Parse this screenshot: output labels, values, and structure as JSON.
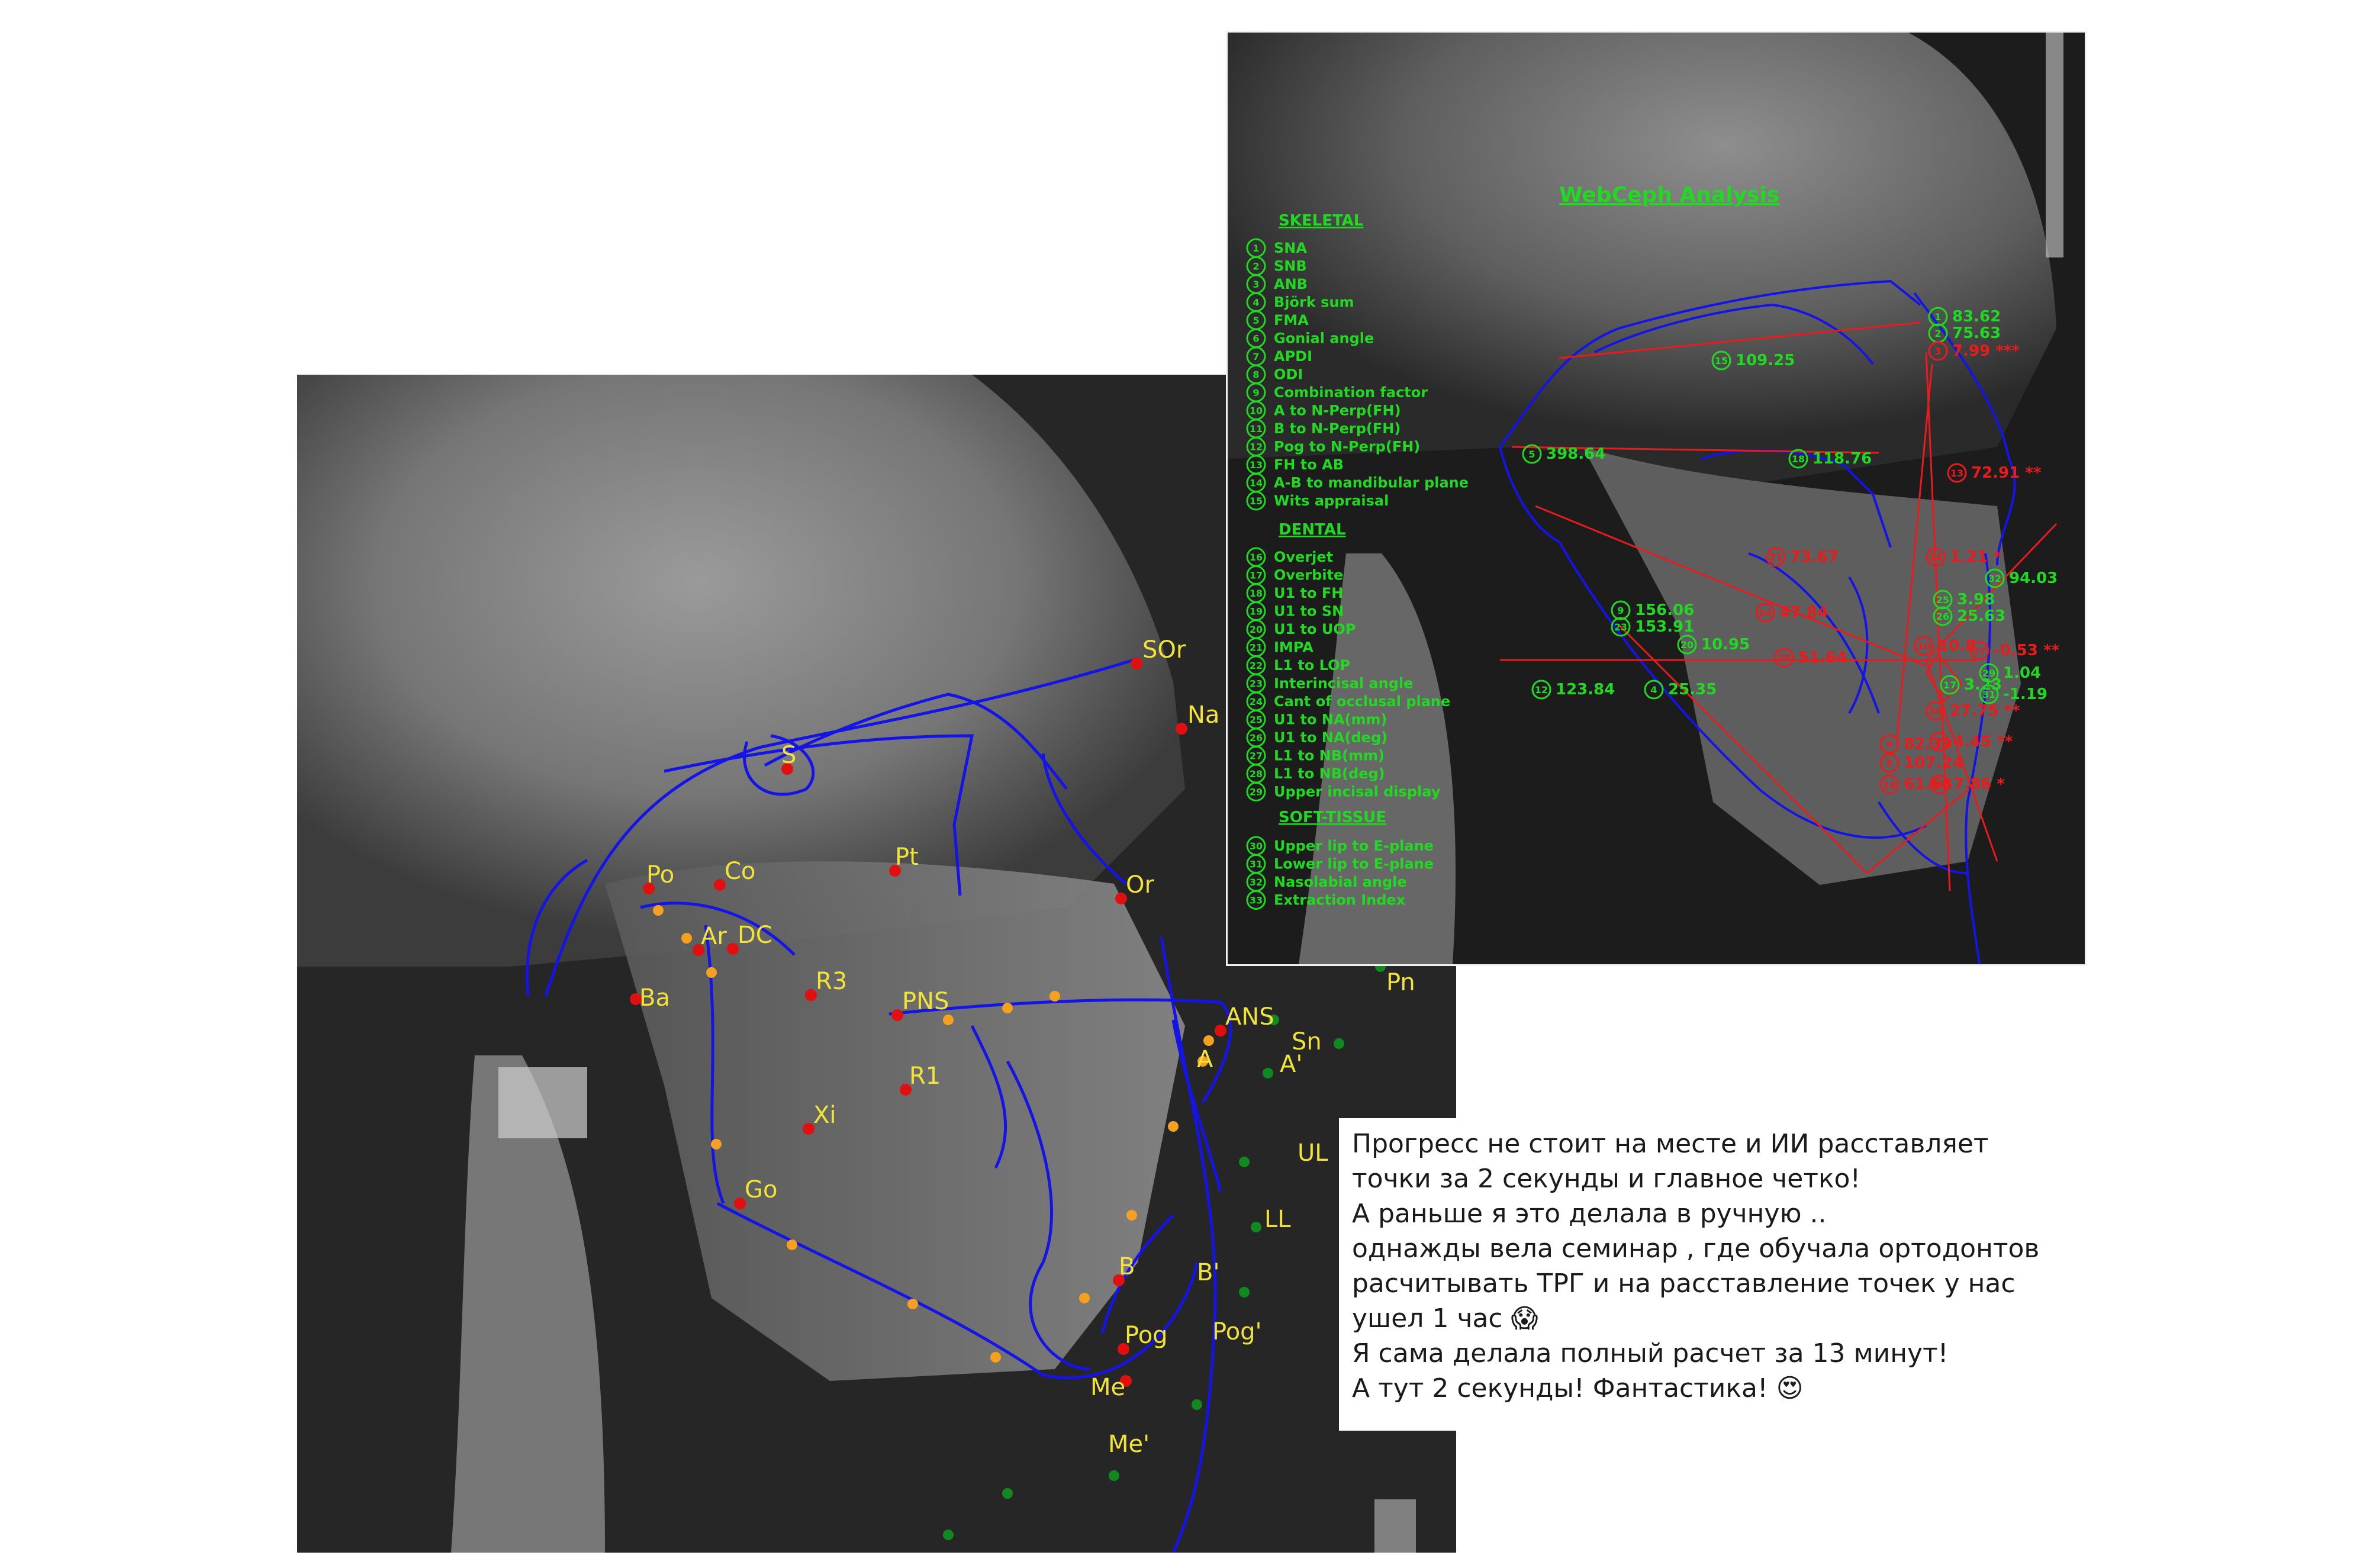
{
  "left_landmarks": [
    {
      "text": "SOr"
    },
    {
      "text": "Na"
    },
    {
      "text": "S"
    },
    {
      "text": "Po"
    },
    {
      "text": "Co"
    },
    {
      "text": "Pt"
    },
    {
      "text": "Or"
    },
    {
      "text": "Ar"
    },
    {
      "text": "DC"
    },
    {
      "text": "R3"
    },
    {
      "text": "Ba"
    },
    {
      "text": "PNS"
    },
    {
      "text": "ANS"
    },
    {
      "text": "Pn"
    },
    {
      "text": "Sn"
    },
    {
      "text": "A"
    },
    {
      "text": "A'"
    },
    {
      "text": "R1"
    },
    {
      "text": "Xi"
    },
    {
      "text": "UL"
    },
    {
      "text": "Go"
    },
    {
      "text": "LL"
    },
    {
      "text": "B"
    },
    {
      "text": "B'"
    },
    {
      "text": "Pog"
    },
    {
      "text": "Pog'"
    },
    {
      "text": "Me"
    },
    {
      "text": "Me'"
    }
  ],
  "analysis": {
    "title": "WebCeph Analysis",
    "skeletal_heading": "SKELETAL",
    "skeletal": [
      {
        "n": "1",
        "label": "SNA"
      },
      {
        "n": "2",
        "label": "SNB"
      },
      {
        "n": "3",
        "label": "ANB"
      },
      {
        "n": "4",
        "label": "Björk sum"
      },
      {
        "n": "5",
        "label": "FMA"
      },
      {
        "n": "6",
        "label": "Gonial angle"
      },
      {
        "n": "7",
        "label": "APDI"
      },
      {
        "n": "8",
        "label": "ODI"
      },
      {
        "n": "9",
        "label": "Combination factor"
      },
      {
        "n": "10",
        "label": "A to N-Perp(FH)"
      },
      {
        "n": "11",
        "label": "B to N-Perp(FH)"
      },
      {
        "n": "12",
        "label": "Pog to N-Perp(FH)"
      },
      {
        "n": "13",
        "label": "FH to AB"
      },
      {
        "n": "14",
        "label": "A-B to mandibular plane"
      },
      {
        "n": "15",
        "label": "Wits appraisal"
      }
    ],
    "dental_heading": "DENTAL",
    "dental": [
      {
        "n": "16",
        "label": "Overjet"
      },
      {
        "n": "17",
        "label": "Overbite"
      },
      {
        "n": "18",
        "label": "U1 to FH"
      },
      {
        "n": "19",
        "label": "U1 to SN"
      },
      {
        "n": "20",
        "label": "U1 to UOP"
      },
      {
        "n": "21",
        "label": "IMPA"
      },
      {
        "n": "22",
        "label": "L1 to LOP"
      },
      {
        "n": "23",
        "label": "Interincisal angle"
      },
      {
        "n": "24",
        "label": "Cant of occlusal plane"
      },
      {
        "n": "25",
        "label": "U1 to NA(mm)"
      },
      {
        "n": "26",
        "label": "U1 to NA(deg)"
      },
      {
        "n": "27",
        "label": "L1 to NB(mm)"
      },
      {
        "n": "28",
        "label": "L1 to NB(deg)"
      },
      {
        "n": "29",
        "label": "Upper incisal display"
      }
    ],
    "soft_heading": "SOFT-TISSUE",
    "soft": [
      {
        "n": "30",
        "label": "Upper lip to E-plane"
      },
      {
        "n": "31",
        "label": "Lower lip to E-plane"
      },
      {
        "n": "32",
        "label": "Nasolabial angle"
      },
      {
        "n": "33",
        "label": "Extraction Index"
      }
    ]
  },
  "overlay_values": {
    "green": [
      {
        "n": "1",
        "value": "83.62"
      },
      {
        "n": "2",
        "value": "75.63"
      },
      {
        "n": "15",
        "value": "109.25"
      },
      {
        "n": "5",
        "value": "398.64"
      },
      {
        "n": "18",
        "value": "118.76"
      },
      {
        "n": "32",
        "value": "94.03"
      },
      {
        "n": "25",
        "value": "3.98"
      },
      {
        "n": "26",
        "value": "25.63"
      },
      {
        "n": "9",
        "value": "156.06"
      },
      {
        "n": "23",
        "value": "153.91"
      },
      {
        "n": "20",
        "value": "10.95"
      },
      {
        "n": "29",
        "value": "1.04"
      },
      {
        "n": "31",
        "value": "-1.19"
      },
      {
        "n": "17",
        "value": "3.23"
      },
      {
        "n": "12",
        "value": "123.84"
      },
      {
        "n": "4",
        "value": "25.35"
      }
    ],
    "red": [
      {
        "n": "3",
        "value": "7.99 ***"
      },
      {
        "n": "13",
        "value": "72.91 **"
      },
      {
        "n": "21",
        "value": "73.67"
      },
      {
        "n": "14",
        "value": "1.21 *"
      },
      {
        "n": "24",
        "value": "47.84"
      },
      {
        "n": "10",
        "value": "10.8"
      },
      {
        "n": "27",
        "value": "-0.53 **"
      },
      {
        "n": "28",
        "value": "51.64"
      },
      {
        "n": "30",
        "value": "27.75 **"
      },
      {
        "n": "8",
        "value": "82.39"
      },
      {
        "n": "7",
        "value": "4.45 **"
      },
      {
        "n": "6",
        "value": "107.24"
      },
      {
        "n": "16",
        "value": "61.68"
      },
      {
        "n": "19",
        "value": "7.86 *"
      }
    ]
  },
  "caption": {
    "lines": [
      "Прогресс не стоит на месте и ИИ расставляет",
      "точки за 2 секунды и главное четко!",
      "А раньше я это делала в ручную ..",
      "однажды вела семинар , где обучала ортодонтов",
      "расчитывать ТРГ и на расставление точек у нас",
      "ушел 1 час 😱",
      "Я сама делала полный  расчет за 13 минут!",
      "А тут 2 секунды! Фантастика! 😍"
    ]
  },
  "colors": {
    "tracing": "#1414e6",
    "landmark_red": "#e01010",
    "landmark_orange": "#f5a020",
    "softtissue_green": "#108a20",
    "label_yellow": "#f2e33a",
    "analysis_green": "#22d822",
    "analysis_red": "#e81c1c"
  }
}
